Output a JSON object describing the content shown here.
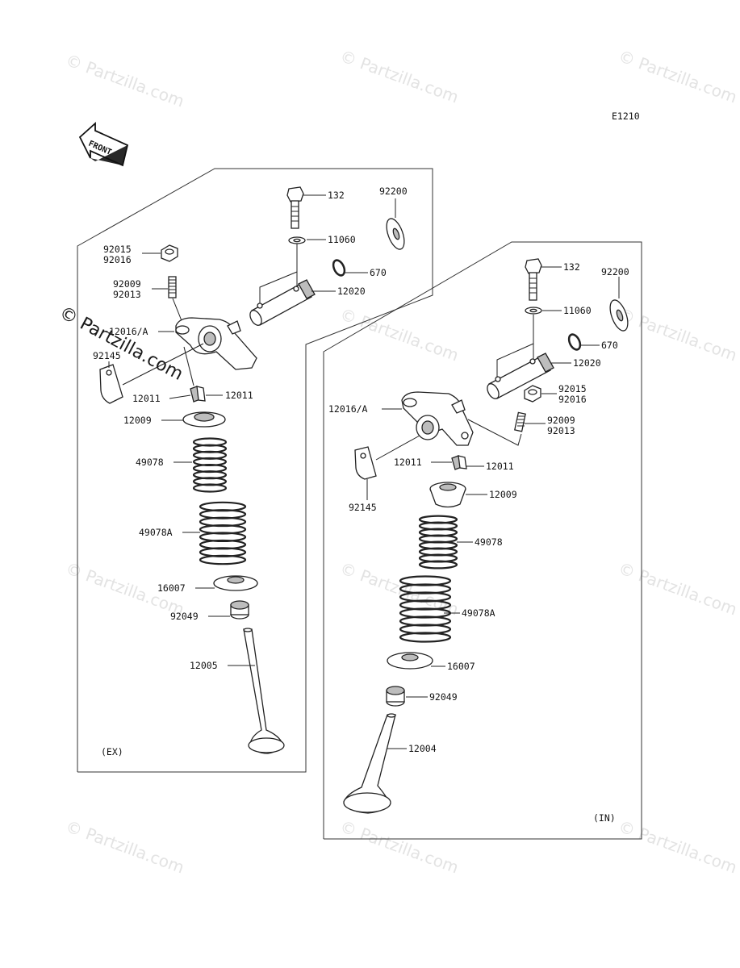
{
  "diagram_code": "E1210",
  "front_label": "FRONT",
  "watermarks": [
    "© Partzilla.com",
    "© Partzilla.com",
    "© Partzilla.com",
    "© Partzilla.com",
    "© Partzilla.com",
    "© Partzilla.com",
    "© Partzilla.com",
    "© Partzilla.com",
    "© Partzilla.com",
    "© Partzilla.com",
    "© Partzilla.com",
    "© Partzilla.com"
  ],
  "exhaust": {
    "section_label": "(EX)",
    "labels": {
      "bolt": "132",
      "shim": "92200",
      "washer": "11060",
      "oring": "670",
      "shaft": "12020",
      "nut_a": "92015",
      "nut_b": "92016",
      "screw_a": "92009",
      "screw_b": "92013",
      "rocker": "12016/A",
      "plate": "92145",
      "cotter_left": "12011",
      "cotter_right": "12011",
      "retainer": "12009",
      "inner_spring": "49078",
      "outer_spring": "49078A",
      "spring_seat": "16007",
      "seal": "92049",
      "valve": "12005"
    }
  },
  "intake": {
    "section_label": "(IN)",
    "labels": {
      "bolt": "132",
      "shim": "92200",
      "washer": "11060",
      "oring": "670",
      "shaft": "12020",
      "nut_a": "92015",
      "nut_b": "92016",
      "screw_a": "92009",
      "screw_b": "92013",
      "rocker": "12016/A",
      "plate": "92145",
      "cotter_left": "12011",
      "cotter_right": "12011",
      "retainer": "12009",
      "inner_spring": "49078",
      "outer_spring": "49078A",
      "spring_seat": "16007",
      "seal": "92049",
      "valve": "12004"
    }
  }
}
